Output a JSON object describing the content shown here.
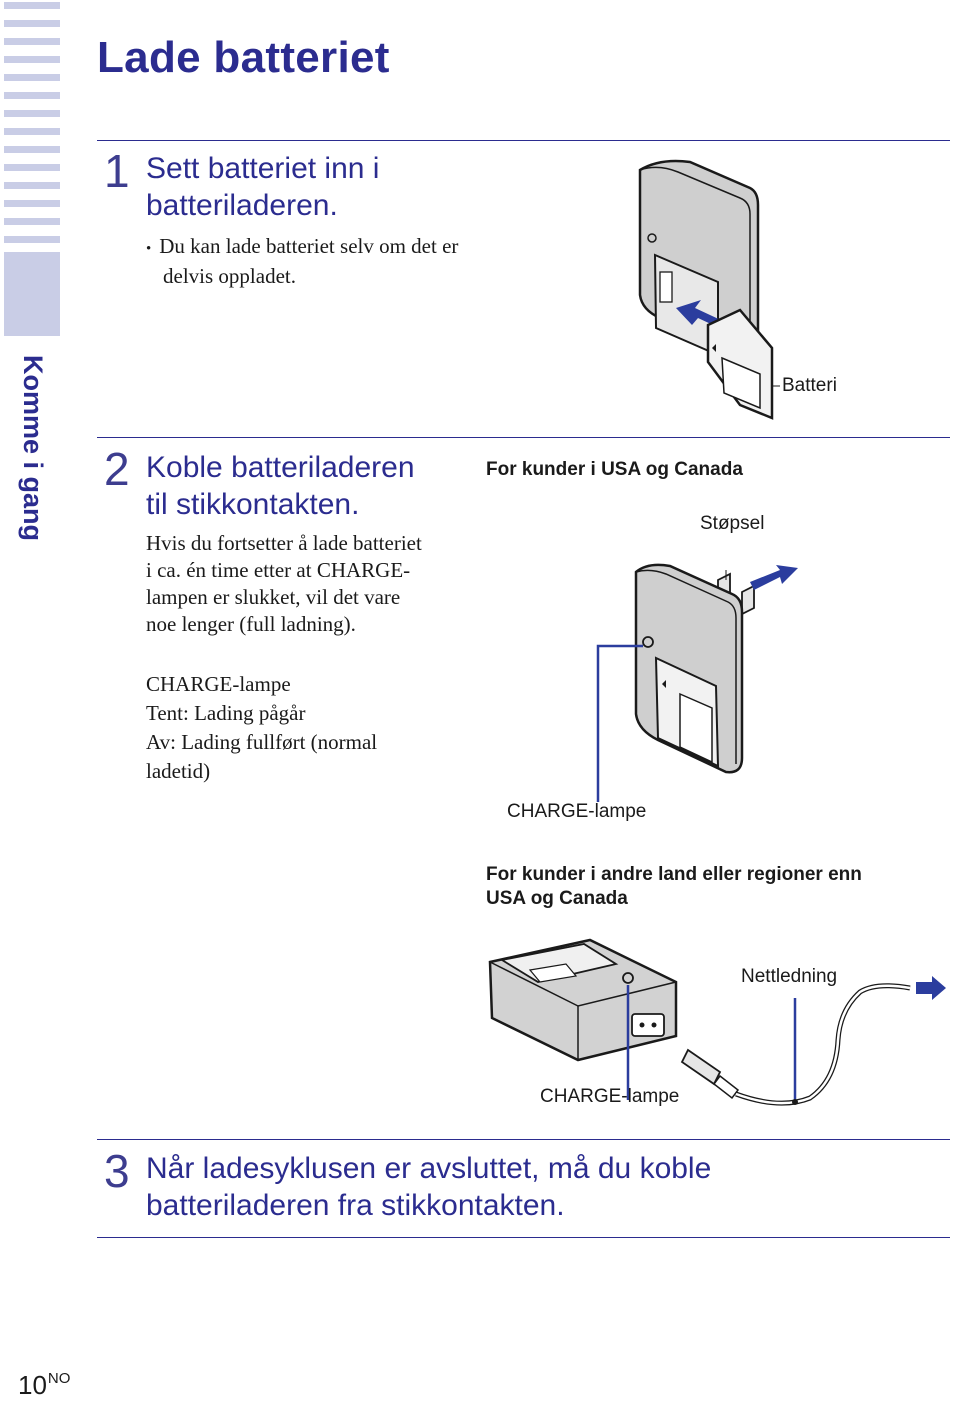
{
  "page": {
    "title": "Lade batteriet",
    "section_tab": "Komme i gang",
    "page_number": "10",
    "page_suffix": "NO"
  },
  "step1": {
    "number": "1",
    "heading_line1": "Sett batteriet inn i",
    "heading_line2": "batteriladeren.",
    "bullet_line1": "Du kan lade batteriet selv om det er",
    "bullet_line2": "delvis oppladet.",
    "callout_battery": "Batteri"
  },
  "step2": {
    "number": "2",
    "heading_line1": "Koble batteriladeren",
    "heading_line2": "til stikkontakten.",
    "note_line1": "Hvis du fortsetter å lade batteriet",
    "note_line2": "i ca. én time etter at CHARGE-",
    "note_line3": "lampen er slukket, vil det vare",
    "note_line4": "noe lenger (full ladning).",
    "lamp_title": "CHARGE-lampe",
    "lamp_on": "Tent: Lading pågår",
    "lamp_off_line1": "Av: Lading fullført (normal",
    "lamp_off_line2": "ladetid)",
    "usa_heading": "For kunder i USA og Canada",
    "callout_plug": "Støpsel",
    "callout_lamp_usa": "CHARGE-lampe",
    "other_heading_line1": "For kunder i andre land eller regioner enn",
    "other_heading_line2": "USA og Canada",
    "callout_cord": "Nettledning",
    "callout_lamp_other": "CHARGE-lampe"
  },
  "step3": {
    "number": "3",
    "heading_line1": "Når ladesyklusen er avsluttet, må du koble",
    "heading_line2": "batteriladeren fra stikkontakten."
  },
  "colors": {
    "accent": "#2b2c8f",
    "sidebar": "#c9cde6",
    "line_art": "#1a1a1a",
    "charger_fill": "#c8c8c8",
    "callout_line": "#2b3d9e"
  }
}
